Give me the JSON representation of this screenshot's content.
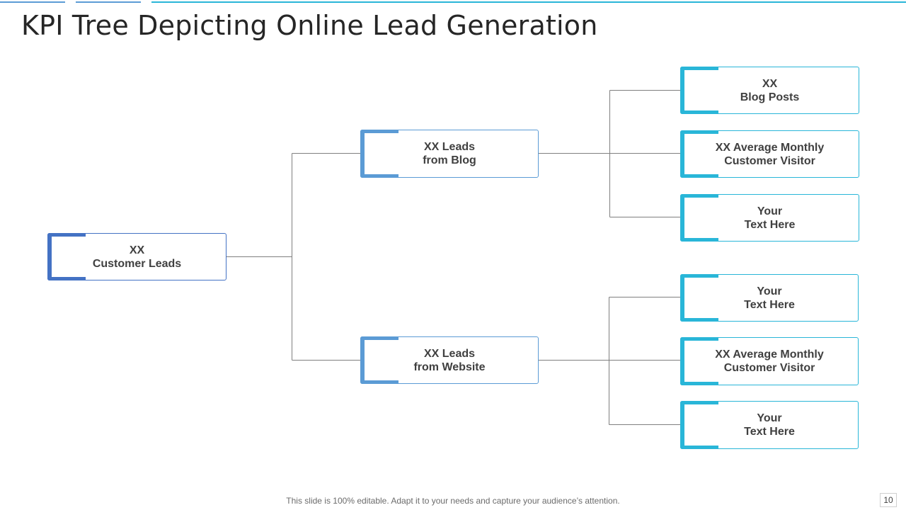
{
  "slide": {
    "title": "KPI Tree Depicting Online Lead Generation",
    "footer": "This slide is 100% editable. Adapt it to your needs and capture your audience’s attention.",
    "page_number": "10"
  },
  "colors": {
    "root_accent": "#4472c4",
    "mid_accent": "#5b9bd5",
    "leaf_accent": "#29b6d8",
    "connector": "#7f7f7f",
    "topbar": "#29b6d8",
    "text": "#404040"
  },
  "tree": {
    "root": {
      "line1": "XX",
      "line2": "Customer Leads"
    },
    "branches": [
      {
        "line1": "XX Leads",
        "line2": "from Blog",
        "leaves": [
          {
            "line1": "XX",
            "line2": "Blog Posts"
          },
          {
            "line1": "XX Average Monthly",
            "line2": "Customer Visitor"
          },
          {
            "line1": "Your",
            "line2": "Text Here"
          }
        ]
      },
      {
        "line1": "XX Leads",
        "line2": "from Website",
        "leaves": [
          {
            "line1": "Your",
            "line2": "Text Here"
          },
          {
            "line1": "XX Average Monthly",
            "line2": "Customer Visitor"
          },
          {
            "line1": "Your",
            "line2": "Text Here"
          }
        ]
      }
    ]
  }
}
